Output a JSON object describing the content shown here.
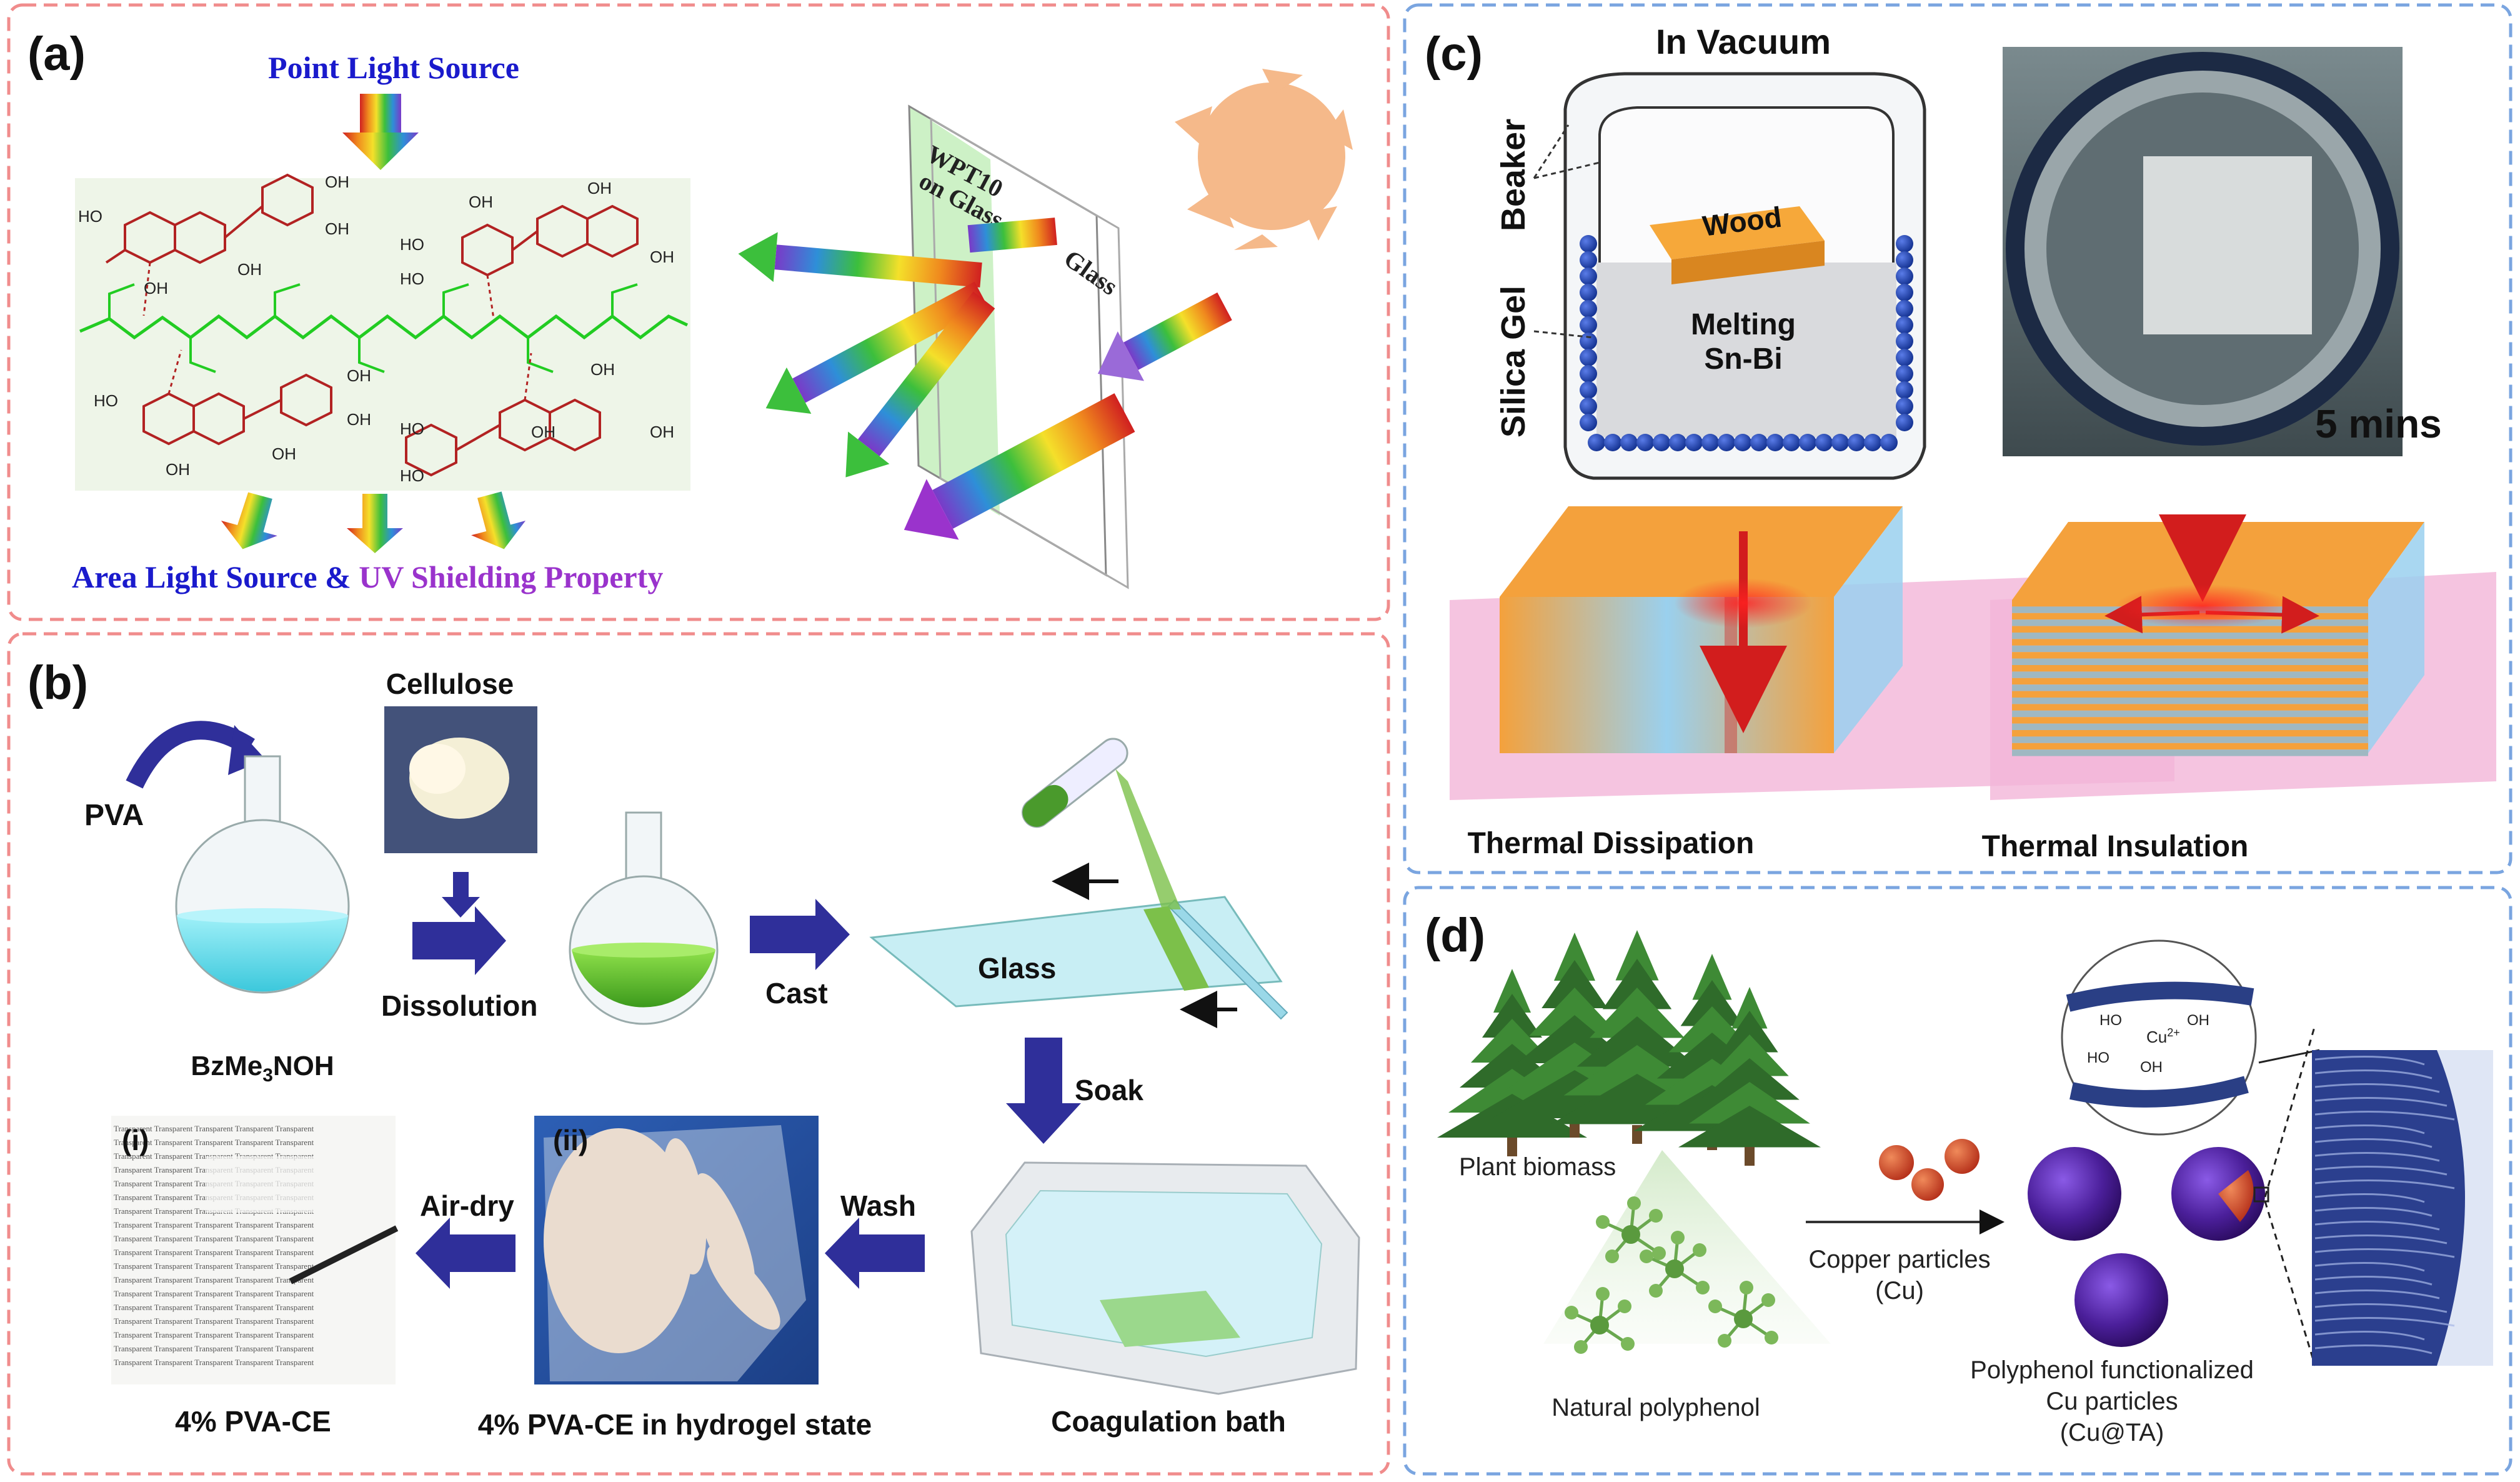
{
  "panels": {
    "a": {
      "letter": "(a)",
      "top_caption": "Point Light Source",
      "bottom_caption_part1": "Area Light Source & ",
      "bottom_caption_part2": "UV Shielding Property",
      "film_label_line1": "WPT10",
      "film_label_line2": "on Glass",
      "glass_label": "Glass",
      "oh": "OH",
      "ho": "HO"
    },
    "b": {
      "letter": "(b)",
      "pva": "PVA",
      "cellulose": "Cellulose",
      "bzme_main": "BzMe",
      "bzme_sub": "3",
      "bzme_tail": "NOH",
      "dissolution": "Dissolution",
      "cast": "Cast",
      "glass": "Glass",
      "soak": "Soak",
      "wash": "Wash",
      "air_dry": "Air-dry",
      "photo_i": "(i)",
      "photo_ii": "(ii)",
      "transparent_word": "Transparent",
      "caption_i": "4% PVA-CE",
      "caption_ii": "4% PVA-CE in hydrogel state",
      "caption_bath": "Coagulation bath"
    },
    "c": {
      "letter": "(c)",
      "in_vacuum": "In Vacuum",
      "beaker": "Beaker",
      "silica_gel": "Silica Gel",
      "wood": "Wood",
      "melting": "Melting",
      "snbi": "Sn-Bi",
      "time": "5 mins",
      "dissipation": "Thermal Dissipation",
      "insulation": "Thermal Insulation"
    },
    "d": {
      "letter": "(d)",
      "plant": "Plant biomass",
      "polyphenol": "Natural polyphenol",
      "copper_line1": "Copper particles",
      "copper_line2": "(Cu)",
      "result_line1": "Polyphenol functionalized",
      "result_line2": "Cu particles",
      "result_line3": "(Cu@TA)",
      "inset_ho": "HO",
      "inset_oh": "OH",
      "inset_cu": "Cu",
      "inset_cu_sup": "2+"
    }
  },
  "colors": {
    "panel_left_border": "#f08c8c",
    "panel_right_border": "#7aa5e0",
    "arrow_blue": "#2f2f9a",
    "caption_blue": "#1a1acc",
    "caption_purple": "#9a33cc",
    "sun": "#f5b98a",
    "cellulose_green": "#22cc22",
    "catechin_red": "#b22222"
  }
}
